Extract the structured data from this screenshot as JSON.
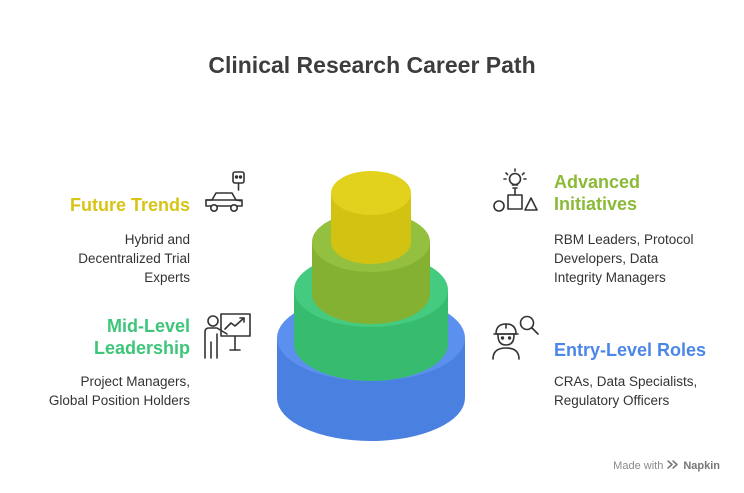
{
  "title": "Clinical Research Career Path",
  "colors": {
    "blue": "#4b86e8",
    "green": "#3dc57a",
    "lime": "#8cba38",
    "yellow": "#dccd18",
    "text": "#333333"
  },
  "levels": [
    {
      "key": "future",
      "heading": "Future Trends",
      "description_lines": [
        "Hybrid and",
        "Decentralized Trial",
        "Experts"
      ],
      "icon": "robot-car-icon",
      "color": "#d8c416"
    },
    {
      "key": "advanced",
      "heading_lines": [
        "Advanced",
        "Initiatives"
      ],
      "description_lines": [
        "RBM Leaders, Protocol",
        "Developers, Data",
        "Integrity Managers"
      ],
      "icon": "lightbulb-shapes-icon",
      "color": "#8cba38"
    },
    {
      "key": "mid",
      "heading_lines": [
        "Mid-Level",
        "Leadership"
      ],
      "description_lines": [
        "Project Managers,",
        "Global Position Holders"
      ],
      "icon": "presenter-chart-icon",
      "color": "#3dc57a"
    },
    {
      "key": "entry",
      "heading": "Entry-Level Roles",
      "description_lines": [
        "CRAs, Data Specialists,",
        "Regulatory Officers"
      ],
      "icon": "worker-search-icon",
      "color": "#4b86e8"
    }
  ],
  "watermark": {
    "prefix": "Made with",
    "brand": "Napkin"
  }
}
